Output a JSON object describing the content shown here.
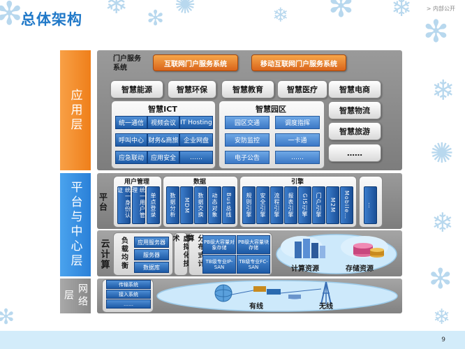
{
  "header": {
    "title": "总体架构",
    "tag": "> 内部公开"
  },
  "footer": {
    "page_number": "9"
  },
  "layers": {
    "application": "应用层",
    "platform": "平台与中心层",
    "network": "网络层"
  },
  "application": {
    "portal_label": "门户服务系统",
    "portal_buttons": [
      "互联网门户服务系统",
      "移动互联网门户服务系统"
    ],
    "top_row": [
      "智慧能源",
      "智慧环保",
      "智慧教育",
      "智慧医疗",
      "智慧电商"
    ],
    "ict": {
      "title": "智慧ICT",
      "items": [
        "统一通信",
        "视频会议",
        "IT Hosting",
        "呼叫中心",
        "财务&商旅",
        "企业网盘",
        "应急联动",
        "应用安全",
        "……"
      ]
    },
    "park": {
      "title": "智慧园区",
      "items": [
        "园区交通",
        "调度指挥",
        "安防监控",
        "一卡通",
        "电子公告",
        "……"
      ]
    },
    "right_col": [
      "智慧物流",
      "智慧旅游",
      "……"
    ]
  },
  "platform": {
    "label": "平台",
    "user_mgmt": {
      "title": "用户管理",
      "items": [
        "统一身份认证",
        "统一用户管理",
        "单点登录"
      ]
    },
    "data": {
      "title": "数据",
      "items": [
        "数据分析",
        "MDM",
        "数据交换",
        "动态对象",
        "Bus总线"
      ]
    },
    "engine": {
      "title": "引擎",
      "items": [
        "规则引擎",
        "安全引擎",
        "流程引擎",
        "报表引擎",
        "GIS引擎",
        "门户引擎",
        "M2M",
        "Mobile…"
      ]
    },
    "more": "…"
  },
  "cloud": {
    "label": "云计算",
    "lb_label": "负载均衡",
    "lb_items": [
      "应用服务器",
      "服务器",
      "数据库"
    ],
    "virt_label": "虚拟化技术",
    "dist_label": "分布式计算",
    "dist_items": [
      "PB级大容量对象存储",
      "PB级大容量块存储",
      "TB级专业IP-SAN",
      "TB级专业FC-SAN"
    ],
    "compute": "计算资源",
    "storage": "存储资源"
  },
  "network": {
    "items": [
      "传输系统",
      "接入系统",
      "……"
    ],
    "wired": "有线",
    "wireless": "无线"
  }
}
